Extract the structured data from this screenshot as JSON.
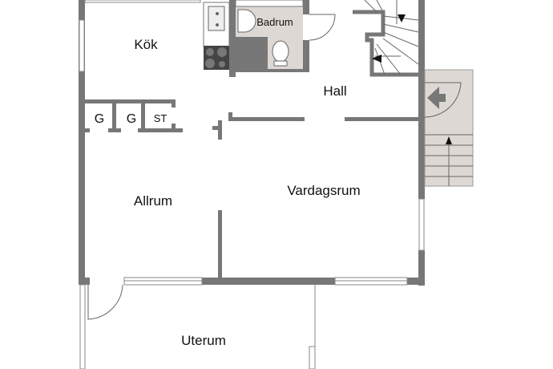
{
  "plan": {
    "rooms": {
      "kitchen": "Kök",
      "bathroom": "Badrum",
      "hall": "Hall",
      "closet1": "G",
      "closet2": "G",
      "storage": "ST",
      "family_room": "Allrum",
      "living_room": "Vardagsrum",
      "sunroom": "Uterum"
    },
    "colors": {
      "wall": "#777777",
      "tile": "#ddd8d4",
      "dark": "#555555"
    }
  }
}
